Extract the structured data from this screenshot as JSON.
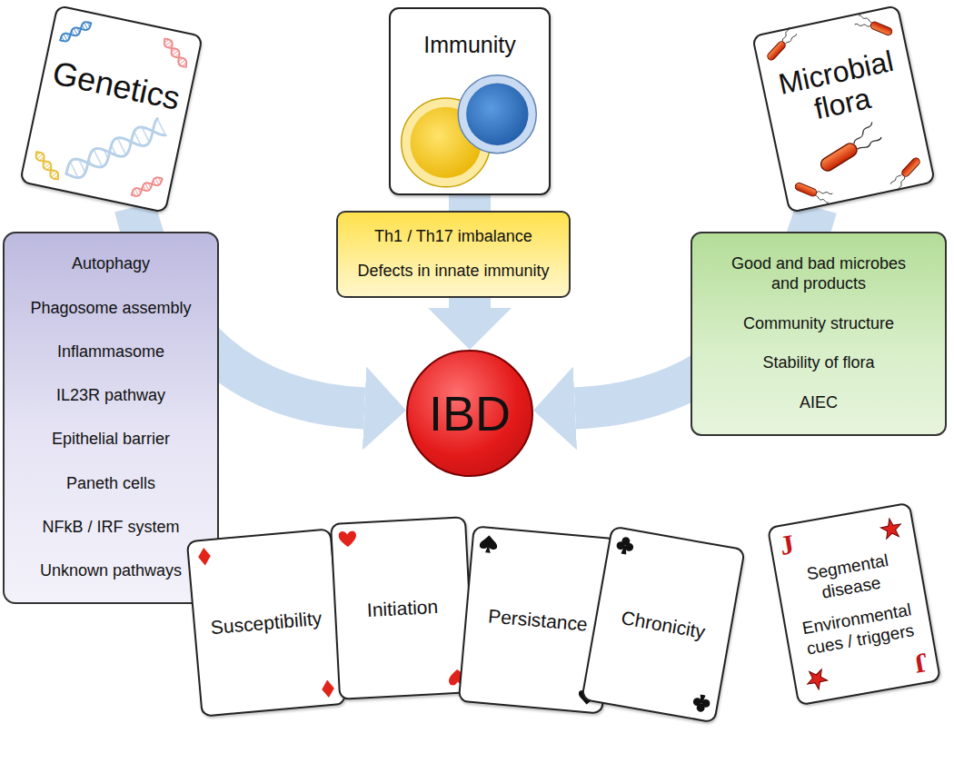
{
  "diagram": {
    "nodes": [
      {
        "text": [
          "Genetics"
        ]
      },
      {
        "text": [
          "Immunity"
        ]
      },
      {
        "text": [
          "Microbial flora"
        ]
      },
      {
        "text": [
          "Autophagy",
          "Phagosome assembly",
          "Inflammasome",
          "IL23R pathway",
          "Epithelial barrier",
          "Paneth cells",
          "NFkB / IRF system",
          "Unknown pathways"
        ]
      },
      {
        "text": [
          "Th1 / Th17 imbalance",
          "Defects in innate immunity"
        ]
      },
      {
        "text": [
          "Good and bad microbes and products",
          "Community structure",
          "Stability of flora",
          "AIEC"
        ]
      },
      {
        "text": [
          "IBD"
        ]
      },
      {
        "text": [
          "Susceptibility"
        ]
      },
      {
        "text": [
          "Initiation"
        ]
      },
      {
        "text": [
          "Persistance"
        ]
      },
      {
        "text": [
          "Chronicity"
        ]
      },
      {
        "text": [
          "J",
          "Segmental disease",
          "Environmental cues / triggers",
          "J"
        ]
      }
    ],
    "edges": [
      {
        "from": 0,
        "to": 6,
        "arrow": "to"
      },
      {
        "from": 1,
        "to": 6,
        "arrow": "to"
      },
      {
        "from": 2,
        "to": 6,
        "arrow": "to"
      }
    ]
  }
}
